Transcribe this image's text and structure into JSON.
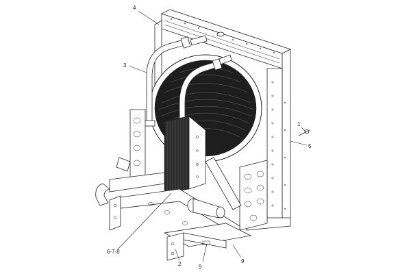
{
  "callouts": {
    "c1": "1",
    "c2": "2",
    "c3": "3",
    "c4": "4",
    "c5": "5",
    "c678": "6-7-8",
    "c9a": "9",
    "c9b": "9"
  }
}
